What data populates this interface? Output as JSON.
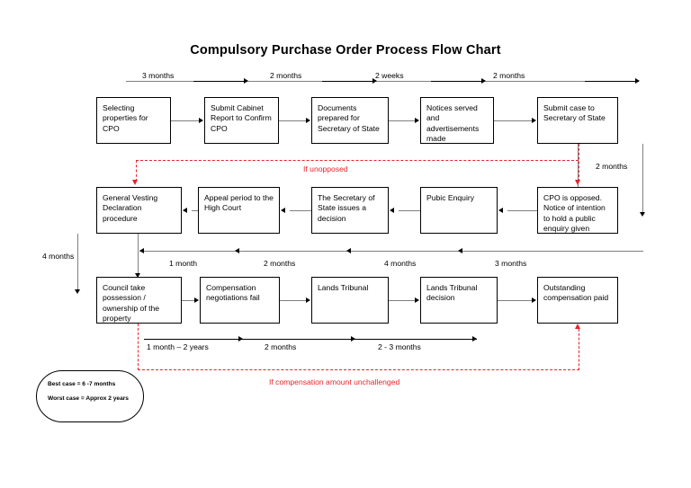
{
  "title": "Compulsory Purchase Order Process Flow Chart",
  "row1": {
    "nodes": [
      {
        "label": "Selecting properties for CPO"
      },
      {
        "label": "Submit Cabinet Report to Confirm CPO"
      },
      {
        "label": "Documents prepared for Secretary of State"
      },
      {
        "label": "Notices served and advertisements made"
      },
      {
        "label": "Submit case to Secretary of State"
      }
    ],
    "durations": [
      "3 months",
      "2 months",
      "2 weeks",
      "2 months"
    ]
  },
  "row2": {
    "nodes": [
      {
        "label": "General Vesting Declaration procedure"
      },
      {
        "label": "Appeal period to the High Court"
      },
      {
        "label": "The Secretary of State issues a decision"
      },
      {
        "label": "Pubic Enquiry"
      },
      {
        "label": "CPO is opposed. Notice of intention to hold a public enquiry given"
      }
    ],
    "durations": [
      "1 month",
      "2 months",
      "4 months",
      "3 months"
    ]
  },
  "row3": {
    "nodes": [
      {
        "label": "Council take possession / ownership of the property"
      },
      {
        "label": "Compensation negotiations fail"
      },
      {
        "label": "Lands Tribunal"
      },
      {
        "label": "Lands Tribunal decision"
      },
      {
        "label": "Outstanding compensation paid"
      }
    ],
    "durations": [
      "1 month – 2 years",
      "2 months",
      "2 - 3 months"
    ]
  },
  "vertical_durations": {
    "right": "2 months",
    "left": "4 months"
  },
  "annotations": {
    "if_unopposed": "If unopposed",
    "if_unchallenged": "If compensation amount unchallenged"
  },
  "legend": {
    "best_case": "Best case = 6 -7 months",
    "worst_case": "Worst case = Approx 2 years"
  },
  "colors": {
    "red": "#e8232a",
    "line": "#808080",
    "text": "#000000"
  }
}
